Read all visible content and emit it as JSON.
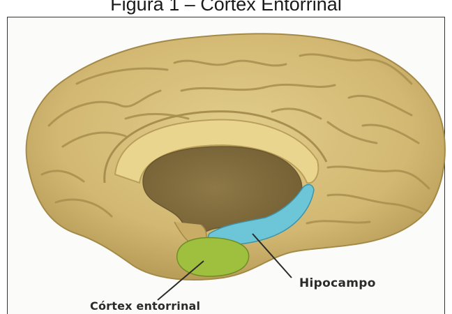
{
  "figure": {
    "title": "Figura 1 – Córtex Entorrinal"
  },
  "labels": {
    "hippocampus": "Hipocampo",
    "entorhinal_cortex": "Córtex entorrinal"
  },
  "colors": {
    "brain": "#d7bf78",
    "brain_shadow": "#a8904e",
    "ventricle": "#8d7745",
    "corpus_callosum": "#ead58f",
    "hippocampus": "#6cc6d8",
    "entorhinal_cortex": "#9fbf3f"
  }
}
